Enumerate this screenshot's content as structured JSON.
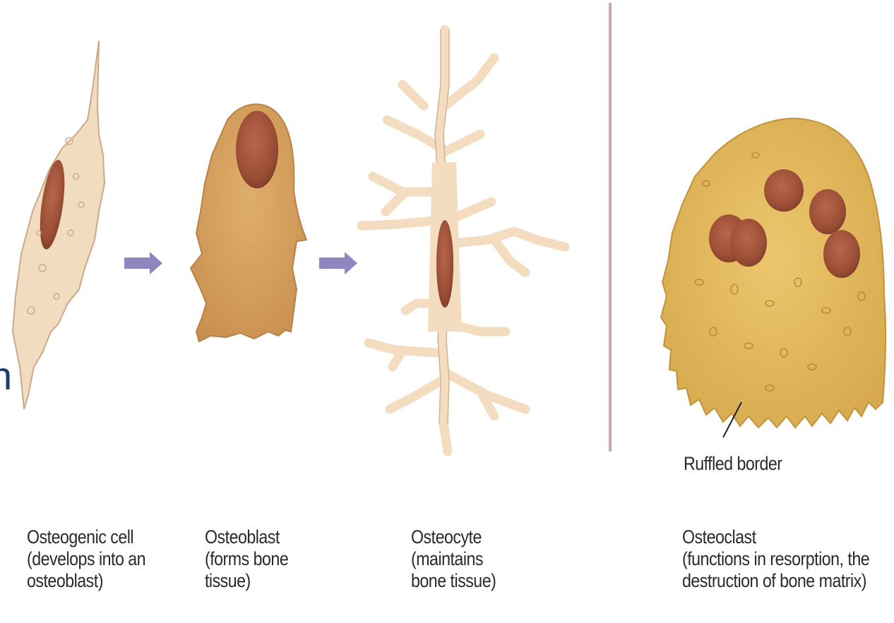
{
  "edge_fragment": "n",
  "cells": [
    {
      "name": "Osteogenic cell",
      "lines": [
        "Osteogenic cell",
        "(develops into an",
        "osteoblast)"
      ]
    },
    {
      "name": "Osteoblast",
      "lines": [
        "Osteoblast",
        "(forms bone",
        "tissue)"
      ]
    },
    {
      "name": "Osteocyte",
      "lines": [
        "Osteocyte",
        "(maintains",
        "bone tissue)"
      ]
    },
    {
      "name": "Osteoclast",
      "lines": [
        "Osteoclast",
        "(functions in resorption, the",
        "destruction of bone matrix)"
      ]
    }
  ],
  "callout": {
    "label": "Ruffled border"
  },
  "colors": {
    "osteogenic_fill": "#f2dcc0",
    "osteoblast_fill": "#d9a868",
    "osteocyte_fill": "#f4dcc0",
    "osteoclast_fill": "#e6c062",
    "nucleus": "#a5573c",
    "arrow": "#8f86c0",
    "divider": "#c9a7b7"
  }
}
